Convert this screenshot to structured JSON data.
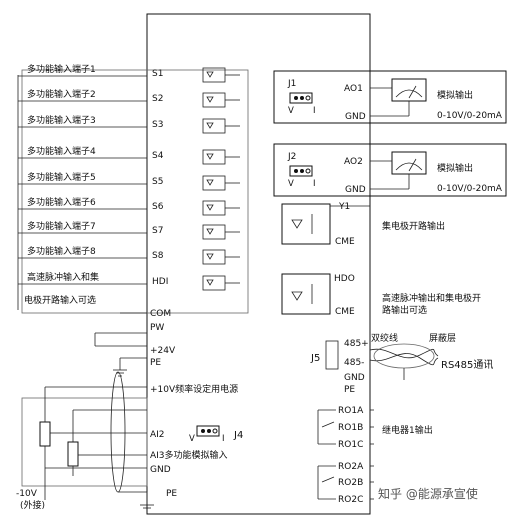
{
  "inputs": [
    {
      "label": "多功能输入端子1",
      "terminal": "S1"
    },
    {
      "label": "多功能输入端子2",
      "terminal": "S2"
    },
    {
      "label": "多功能输入端子3",
      "terminal": "S3"
    },
    {
      "label": "多功能输入端子4",
      "terminal": "S4"
    },
    {
      "label": "多功能输入端子5",
      "terminal": "S5"
    },
    {
      "label": "多功能输入端子6",
      "terminal": "S6"
    },
    {
      "label": "多功能输入端子7",
      "terminal": "S7"
    },
    {
      "label": "多功能输入端子8",
      "terminal": "S8"
    },
    {
      "label": "高速脉冲输入和集",
      "terminal": "HDI"
    }
  ],
  "hdi_label_line2": "电极开路输入可选",
  "left_terminals": {
    "com": "COM",
    "pw": "PW",
    "p24v": "+24V",
    "pe1": "PE",
    "p10v": "+10V频率设定用电源",
    "ai2": "AI2",
    "ai3": "AI3多功能模拟输入",
    "gnd": "GND",
    "pe2": "PE"
  },
  "jumper_j4": {
    "name": "J4",
    "v": "V",
    "i": "I"
  },
  "external": {
    "voltage": "-10V",
    "note": "(外接)"
  },
  "ao_blocks": [
    {
      "jumper": "J1",
      "v": "V",
      "i": "I",
      "term": "AO1",
      "gnd": "GND",
      "title": "模拟输出",
      "range": "0-10V/0-20mA"
    },
    {
      "jumper": "J2",
      "v": "V",
      "i": "I",
      "term": "AO2",
      "gnd": "GND",
      "title": "模拟输出",
      "range": "0-10V/0-20mA"
    }
  ],
  "y1": {
    "term": "Y1",
    "cme": "CME",
    "desc": "集电极开路输出"
  },
  "hdo": {
    "term": "HDO",
    "cme": "CME",
    "desc1": "高速脉冲输出和集电极开",
    "desc2": "路输出可选"
  },
  "rs485": {
    "label": "J5",
    "plus": "485+",
    "minus": "485-",
    "gnd": "GND",
    "pe": "PE",
    "twisted": "双绞线",
    "shield": "屏蔽层",
    "comm": "RS485通讯"
  },
  "relays": {
    "r1": [
      "RO1A",
      "RO1B",
      "RO1C"
    ],
    "r2": [
      "RO2A",
      "RO2B",
      "RO2C"
    ],
    "desc": "继电器1输出"
  },
  "watermark": "知乎 @能源承宣使"
}
